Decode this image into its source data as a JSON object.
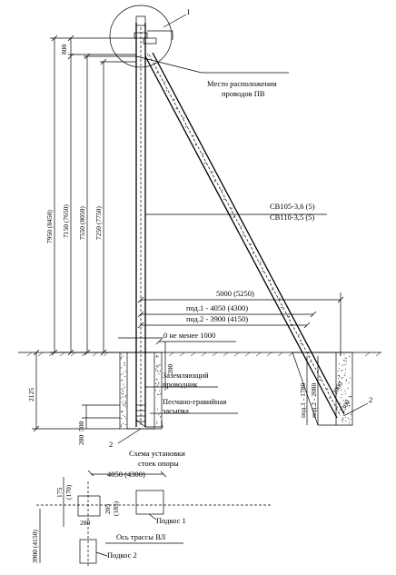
{
  "callout": {
    "detail_mark": "I",
    "wire_place_line1": "Место расположения",
    "wire_place_line2": "проводов ПВ",
    "pole_spec_1": "СВ105-3,6 (5)",
    "pole_spec_2": "СВ110-3,5 (5)",
    "ground_wire_1": "Заземляющий",
    "ground_wire_2": "проводник",
    "backfill_1": "Песчано-гравийная",
    "backfill_2": "засыпка",
    "scheme_title_1": "Схема установки",
    "scheme_title_2": "стоек опоры",
    "strut_1": "Подкос 1",
    "strut_2": "Подкос 2",
    "line_axis": "Ось трассы ВЛ",
    "mark_1": "1",
    "mark_2": "2",
    "mark_2b": "2"
  },
  "dimensions": {
    "top_800": "800",
    "h_7950": "7950 (8450)",
    "h_7150": "7150 (7650)",
    "h_7550": "7550 (8050)",
    "h_7250": "7250 (7750)",
    "d_5000": "5000 (5250)",
    "d_4050": "под.1 - 4050 (4300)",
    "d_3900": "под.2 - 3900 (4150)",
    "min_1000": "0 не менее 1000",
    "d_200": "200",
    "d_2125": "2125",
    "d_500": "500",
    "d_280a": "280",
    "d_1780": "под.1 - 1780",
    "d_2080": "под.2 - 2080",
    "d_2000": "2000",
    "d_2300": "2300",
    "plan_4050": "4050 (4300)",
    "plan_175": "175",
    "plan_170": "(170)",
    "plan_205": "205",
    "plan_185": "(185)",
    "plan_280": "280",
    "plan_3900": "3900 (4150)"
  }
}
